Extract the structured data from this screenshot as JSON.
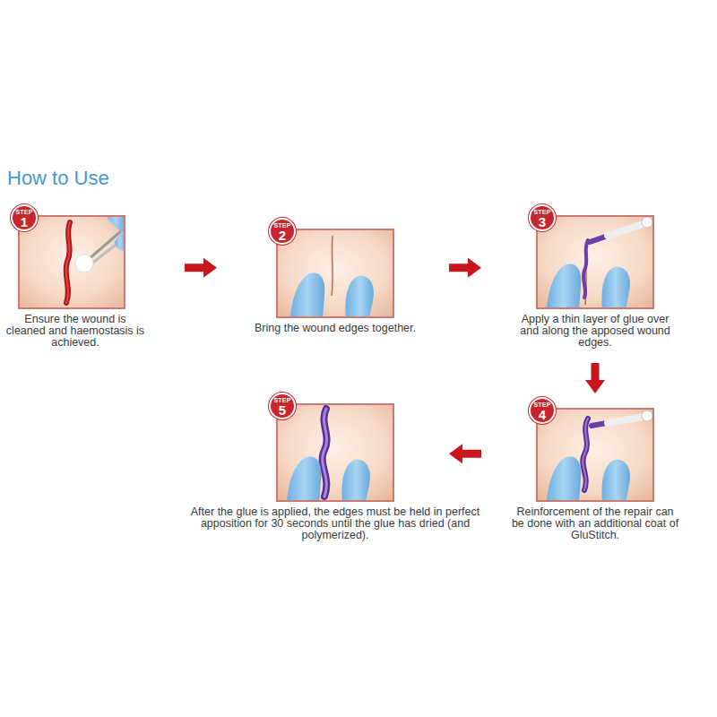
{
  "diagram": {
    "title": "How to Use",
    "nodes": [
      {
        "text": [
          "STEP",
          "1",
          "Ensure the wound is cleaned and haemostasis is achieved."
        ]
      },
      {
        "text": [
          "STEP",
          "2",
          "Bring the wound edges together."
        ]
      },
      {
        "text": [
          "STEP",
          "3",
          "Apply a thin layer of glue over and along the apposed wound edges."
        ]
      },
      {
        "text": [
          "STEP",
          "4",
          "Reinforcement of the repair can be done with an additional coat of GluStitch."
        ]
      },
      {
        "text": [
          "STEP",
          "5",
          "After the glue is applied, the edges must be held in perfect apposition for 30 seconds until the glue has dried (and polymerized)."
        ]
      }
    ],
    "edges": [
      {
        "from": 0,
        "to": 1,
        "arrow": "to"
      },
      {
        "from": 1,
        "to": 2,
        "arrow": "to"
      },
      {
        "from": 2,
        "to": 3,
        "arrow": "to"
      },
      {
        "from": 3,
        "to": 4,
        "arrow": "to"
      }
    ]
  }
}
